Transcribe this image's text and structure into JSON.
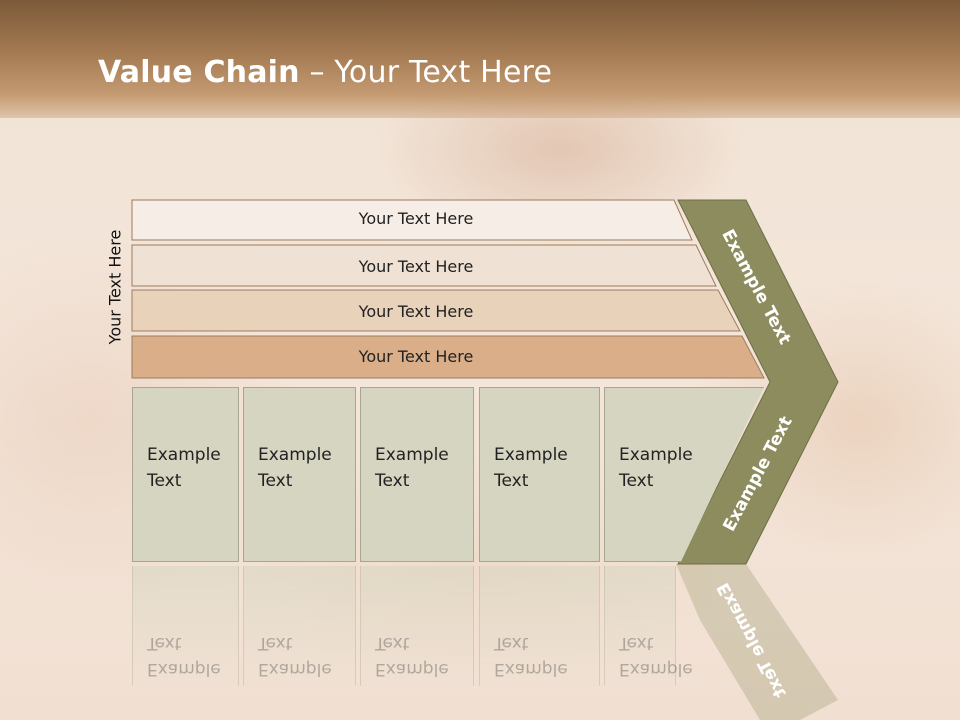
{
  "slide": {
    "title_bold": "Value Chain",
    "title_rest": " – Your Text Here",
    "vertical_label": "Your Text Here"
  },
  "bars": [
    {
      "label": "Your Text Here",
      "color": "#f6ede6"
    },
    {
      "label": "Your Text Here",
      "color": "#efe1d3"
    },
    {
      "label": "Your Text Here",
      "color": "#e8d2ba"
    },
    {
      "label": "Your Text Here",
      "color": "#d9ae88"
    }
  ],
  "boxes": [
    {
      "line1": "Example",
      "line2": "Text"
    },
    {
      "line1": "Example",
      "line2": "Text"
    },
    {
      "line1": "Example",
      "line2": "Text"
    },
    {
      "line1": "Example",
      "line2": "Text"
    },
    {
      "line1": "Example",
      "line2": "Text"
    }
  ],
  "chevron": {
    "upper_label": "Example Text",
    "lower_label": "Example Text",
    "color": "#8d8c5e"
  },
  "colors": {
    "header": "#a47a52",
    "box_fill": "#d6d5c1",
    "bar_border": "#9c7c5e"
  }
}
